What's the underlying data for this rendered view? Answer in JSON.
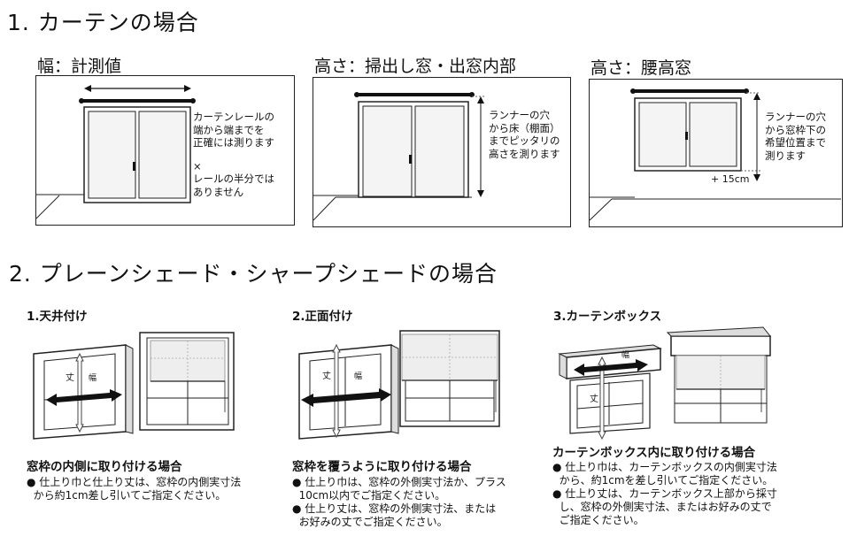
{
  "section1": {
    "title": "1. カーテンの場合",
    "width_panel": {
      "title": "幅：計測値",
      "note": "カーテンレールの\n端から端までを\n正確には測ります",
      "cross": "×",
      "note2": "レールの半分では\nありません"
    },
    "height_panel_1": {
      "title": "高さ：掃出し窓・出窓内部",
      "note": "ランナーの穴\nから床（棚面）\nまでピッタリの\n高さを測ります"
    },
    "height_panel_2": {
      "title": "高さ：腰高窓",
      "note": "ランナーの穴\nから窓枠下の\n希望位置まで\n測ります",
      "extra": "+ 15cm"
    }
  },
  "section2": {
    "title": "2. プレーンシェード・シャープシェードの場合",
    "cases": [
      {
        "label": "1.天井付け",
        "arrow_v": "丈",
        "arrow_h": "幅",
        "caption": "窓枠の内側に取り付ける場合",
        "bullets": [
          "● 仕上り巾と仕上り丈は、窓枠の内側実寸法\n  から約1cm差し引いてご指定ください。"
        ]
      },
      {
        "label": "2.正面付け",
        "arrow_v": "丈",
        "arrow_h": "幅",
        "caption": "窓枠を覆うように取り付ける場合",
        "bullets": [
          "● 仕上り巾は、窓枠の外側実寸法か、プラス\n  10cm以内でご指定ください。",
          "● 仕上り丈は、窓枠の外側実寸法、または\n  お好みの丈でご指定ください。"
        ]
      },
      {
        "label": "3.カーテンボックス",
        "arrow_v": "丈",
        "arrow_h": "幅",
        "caption": "カーテンボックス内に取り付ける場合",
        "bullets": [
          "● 仕上り巾は、カーテンボックスの内側実寸法\n  から、約1cmを差し引いてご指定ください。",
          "● 仕上り丈は、カーテンボックス上部から採寸\n  し、窓枠の外側実寸法、またはお好みの丈で\n  ご指定ください。"
        ]
      }
    ]
  }
}
